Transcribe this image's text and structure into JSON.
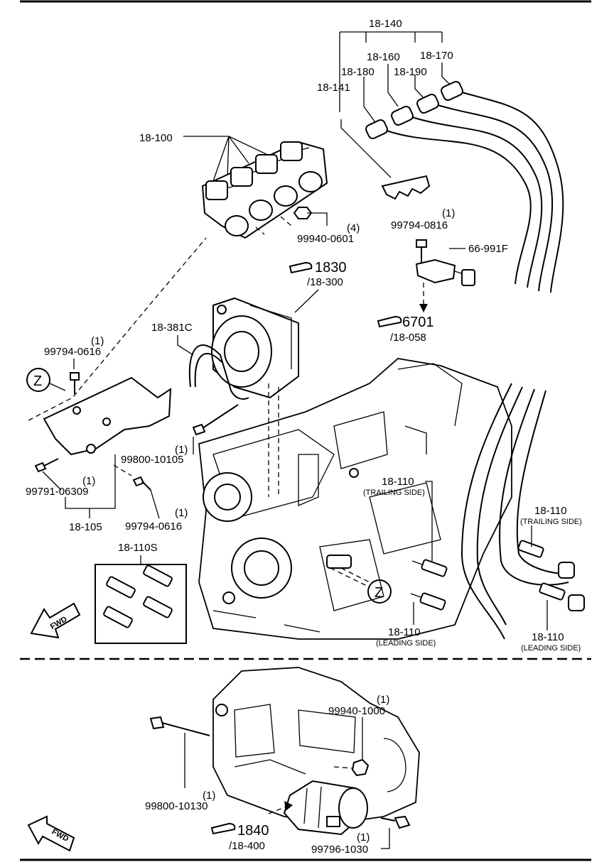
{
  "callouts": {
    "hv_lead_set": "18-140",
    "lead_160": "18-160",
    "lead_170": "18-170",
    "lead_180": "18-180",
    "lead_190": "18-190",
    "clip_141": "18-141",
    "ignition_coil": "18-100",
    "nut_0601": "99940-0601",
    "nut_0601_qty": "(4)",
    "bolt_0816": "99794-0816",
    "bolt_0816_qty": "(1)",
    "sensor_991f": "66-991F",
    "ref_1830": "1830",
    "ref_1830_sub": "/18-300",
    "ref_6701": "6701",
    "ref_6701_sub": "/18-058",
    "belt_381c": "18-381C",
    "bolt_0616_top": "99794-0616",
    "bolt_0616_top_qty": "(1)",
    "z_marker": "Z",
    "bolt_10105": "99800-10105",
    "bolt_10105_qty": "(1)",
    "bolt_06309": "99791-06309",
    "bolt_06309_qty": "(1)",
    "bracket_105": "18-105",
    "bolt_0616_bottom": "99794-0616",
    "bolt_0616_bottom_qty": "(1)",
    "plug_set": "18-110S",
    "plug_trailing_a": "18-110",
    "plug_trailing_a_note": "(TRAILING SIDE)",
    "plug_trailing_b": "18-110",
    "plug_trailing_b_note": "(TRAILING SIDE)",
    "plug_leading_a": "18-110",
    "plug_leading_a_note": "(LEADING SIDE)",
    "plug_leading_b": "18-110",
    "plug_leading_b_note": "(LEADING SIDE)",
    "fwd_top": "FWD",
    "nut_1000": "99940-1000",
    "nut_1000_qty": "(1)",
    "bolt_10130": "99800-10130",
    "bolt_10130_qty": "(1)",
    "ref_1840": "1840",
    "ref_1840_sub": "/18-400",
    "bolt_1030": "99796-1030",
    "bolt_1030_qty": "(1)",
    "fwd_bottom": "FWD"
  },
  "icons": {
    "reference_hand": "pointing-hand-icon",
    "forward_arrow": "fwd-arrow-icon"
  }
}
